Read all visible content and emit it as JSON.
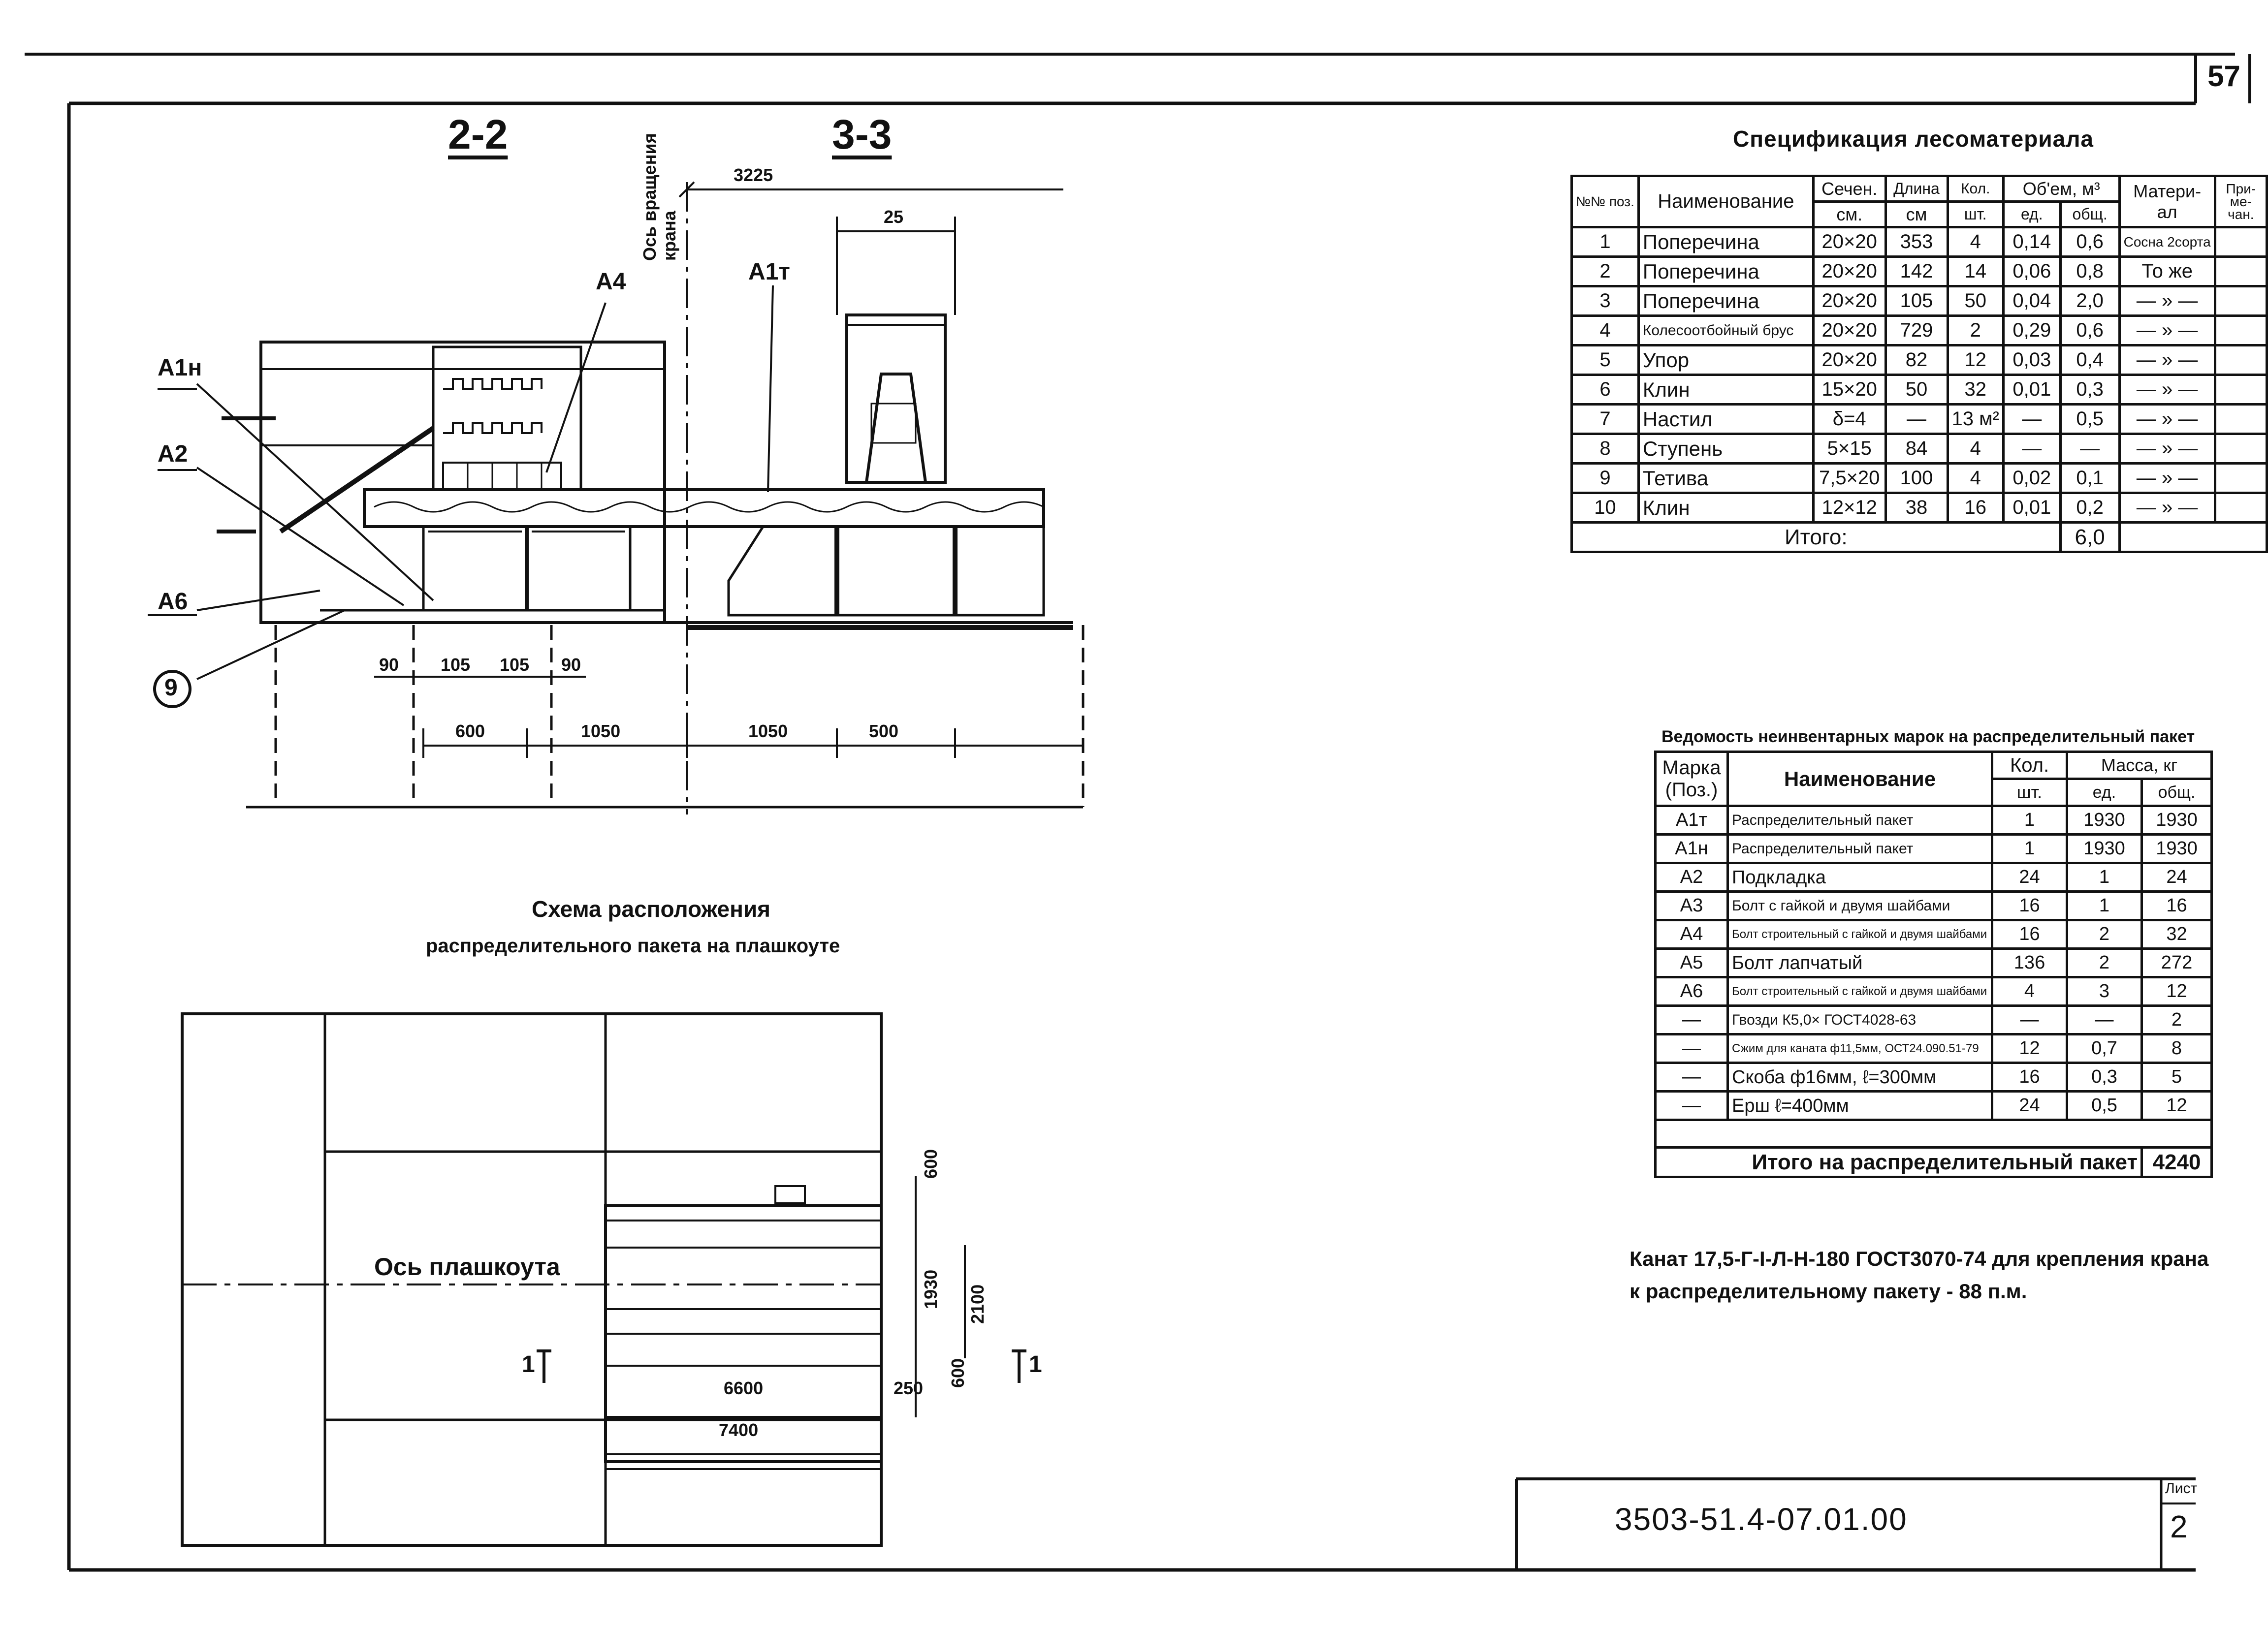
{
  "sheet_number": "57",
  "sections": {
    "s22": "2-2",
    "s33": "3-3"
  },
  "drawing_labels": {
    "axis_rotation": "Ось вращения крана",
    "a1n": "А1н",
    "a1t": "А1т",
    "a2": "А2",
    "a4": "А4",
    "a6": "А6",
    "pos9": "9",
    "dim_3225": "3225",
    "dim_25": "25",
    "dim_90a": "90",
    "dim_105a": "105",
    "dim_105b": "105",
    "dim_90b": "90",
    "dim_600": "600",
    "dim_1050a": "1050",
    "dim_1050b": "1050",
    "dim_500": "500"
  },
  "spec": {
    "title": "Спецификация лесоматериала",
    "headers": {
      "num": "№№ поз.",
      "name": "Наименование",
      "section": "Сечен.",
      "section_unit": "см.",
      "length": "Длина",
      "length_unit": "см",
      "qty": "Кол.",
      "qty_unit": "шт.",
      "volume": "Об'ем, м³",
      "vol_unit": "ед.",
      "vol_total": "общ.",
      "material": "Матери-ал",
      "note": "При-ме-чан."
    },
    "rows": [
      {
        "num": "1",
        "name": "Поперечина",
        "section": "20×20",
        "length": "353",
        "qty": "4",
        "unit": "0,14",
        "total": "0,6",
        "material": "Сосна 2сорта"
      },
      {
        "num": "2",
        "name": "Поперечина",
        "section": "20×20",
        "length": "142",
        "qty": "14",
        "unit": "0,06",
        "total": "0,8",
        "material": "То же"
      },
      {
        "num": "3",
        "name": "Поперечина",
        "section": "20×20",
        "length": "105",
        "qty": "50",
        "unit": "0,04",
        "total": "2,0",
        "material": "— » —"
      },
      {
        "num": "4",
        "name": "Колесоотбойный брус",
        "section": "20×20",
        "length": "729",
        "qty": "2",
        "unit": "0,29",
        "total": "0,6",
        "material": "— » —"
      },
      {
        "num": "5",
        "name": "Упор",
        "section": "20×20",
        "length": "82",
        "qty": "12",
        "unit": "0,03",
        "total": "0,4",
        "material": "— » —"
      },
      {
        "num": "6",
        "name": "Клин",
        "section": "15×20",
        "length": "50",
        "qty": "32",
        "unit": "0,01",
        "total": "0,3",
        "material": "— » —"
      },
      {
        "num": "7",
        "name": "Настил",
        "section": "δ=4",
        "length": "—",
        "qty": "13 м²",
        "unit": "—",
        "total": "0,5",
        "material": "— » —"
      },
      {
        "num": "8",
        "name": "Ступень",
        "section": "5×15",
        "length": "84",
        "qty": "4",
        "unit": "—",
        "total": "—",
        "material": "— » —"
      },
      {
        "num": "9",
        "name": "Тетива",
        "section": "7,5×20",
        "length": "100",
        "qty": "4",
        "unit": "0,02",
        "total": "0,1",
        "material": "— » —"
      },
      {
        "num": "10",
        "name": "Клин",
        "section": "12×12",
        "length": "38",
        "qty": "16",
        "unit": "0,01",
        "total": "0,2",
        "material": "— » —"
      }
    ],
    "total_label": "Итого:",
    "total_value": "6,0"
  },
  "marks": {
    "title": "Ведомость неинвентарных марок на распределительный пакет",
    "headers": {
      "mark": "Марка (Поз.)",
      "name": "Наименование",
      "qty": "Кол.",
      "qty_unit": "шт.",
      "mass": "Масса, кг",
      "mass_unit": "ед.",
      "mass_total": "общ."
    },
    "rows": [
      {
        "mark": "А1т",
        "name": "Распределительный пакет",
        "qty": "1",
        "unit": "1930",
        "total": "1930"
      },
      {
        "mark": "А1н",
        "name": "Распределительный пакет",
        "qty": "1",
        "unit": "1930",
        "total": "1930"
      },
      {
        "mark": "А2",
        "name": "Подкладка",
        "qty": "24",
        "unit": "1",
        "total": "24"
      },
      {
        "mark": "А3",
        "name": "Болт с гайкой и двумя шайбами",
        "qty": "16",
        "unit": "1",
        "total": "16"
      },
      {
        "mark": "А4",
        "name": "Болт строительный с гайкой и двумя шайбами",
        "qty": "16",
        "unit": "2",
        "total": "32"
      },
      {
        "mark": "А5",
        "name": "Болт лапчатый",
        "qty": "136",
        "unit": "2",
        "total": "272"
      },
      {
        "mark": "А6",
        "name": "Болт строительный с гайкой и двумя шайбами",
        "qty": "4",
        "unit": "3",
        "total": "12"
      },
      {
        "mark": "—",
        "name": "Гвозди К5,0× ГОСТ4028-63",
        "qty": "—",
        "unit": "—",
        "total": "2"
      },
      {
        "mark": "—",
        "name": "Сжим для каната ф11,5мм, ОСТ24.090.51-79",
        "qty": "12",
        "unit": "0,7",
        "total": "8"
      },
      {
        "mark": "—",
        "name": "Скоба ф16мм, ℓ=300мм",
        "qty": "16",
        "unit": "0,3",
        "total": "5"
      },
      {
        "mark": "—",
        "name": "Ерш ℓ=400мм",
        "qty": "24",
        "unit": "0,5",
        "total": "12"
      }
    ],
    "total_label": "Итого на распределительный пакет",
    "total_value": "4240"
  },
  "note": "Канат 17,5-Г-I-Л-Н-180 ГОСТ3070-74 для крепления крана к распределительному пакету - 88 п.м.",
  "scheme": {
    "title_line1": "Схема расположения",
    "title_line2": "распределительного пакета на плашкоуте",
    "axis_label": "Ось плашкоута",
    "dim_600": "600",
    "dim_1930": "1930",
    "dim_2100": "2100",
    "dim_600b": "600",
    "dim_250": "250",
    "dim_6600": "6600",
    "dim_7400": "7400",
    "cut_left": "1",
    "cut_right": "1"
  },
  "stamp": {
    "code": "3503-51.4-07.01.00",
    "sheet_label": "Лист",
    "sheet_value": "2"
  }
}
